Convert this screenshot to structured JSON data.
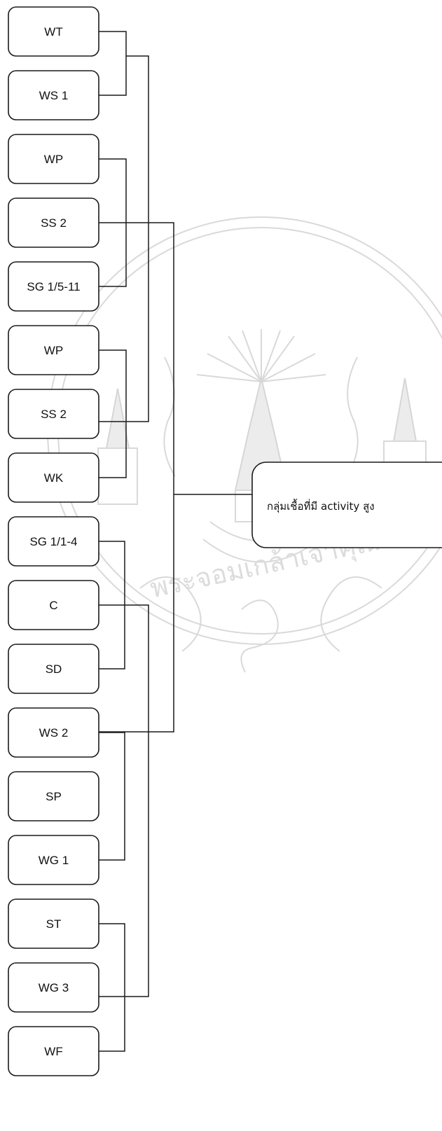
{
  "diagram": {
    "leaves": [
      "WT",
      "WS 1",
      "WP",
      "SS 2",
      "SG 1/5-11",
      "WP",
      "SS 2",
      "WK",
      "SG 1/1-4",
      "C",
      "SD",
      "WS 2",
      "SP",
      "WG 1",
      "ST",
      "WG 3",
      "WF"
    ],
    "result_label": "กลุ่มเชื้อที่มี activity สูง",
    "watermark_text": "พระจอมเกล้าเจ้าคุณ",
    "colors": {
      "stroke": "#1a1a1a",
      "watermark": "#d9d9d9",
      "background": "#ffffff"
    }
  }
}
